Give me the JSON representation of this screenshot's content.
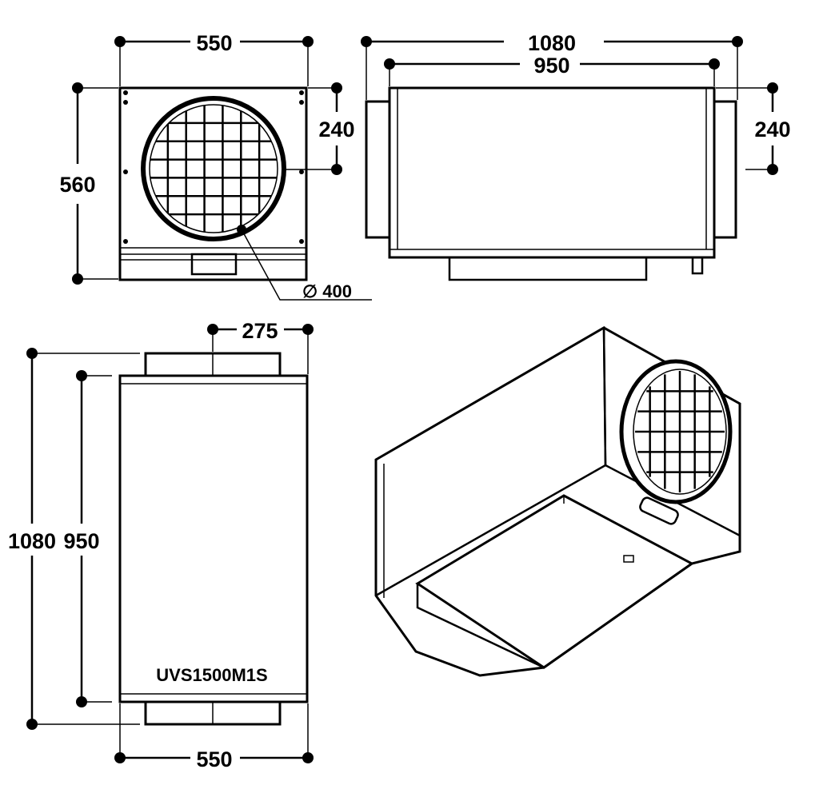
{
  "front_view": {
    "width_dim": "550",
    "height_dim": "560",
    "duct_offset_dim": "240",
    "duct_diameter_dim": "∅ 400"
  },
  "side_view": {
    "overall_length_dim": "1080",
    "body_length_dim": "950",
    "duct_offset_dim": "240"
  },
  "top_view": {
    "duct_offset_dim": "275",
    "overall_length_dim": "1080",
    "body_length_dim": "950",
    "width_dim": "550",
    "model_label": "UVS1500M1S"
  },
  "colors": {
    "line": "#000000",
    "background": "#ffffff"
  }
}
